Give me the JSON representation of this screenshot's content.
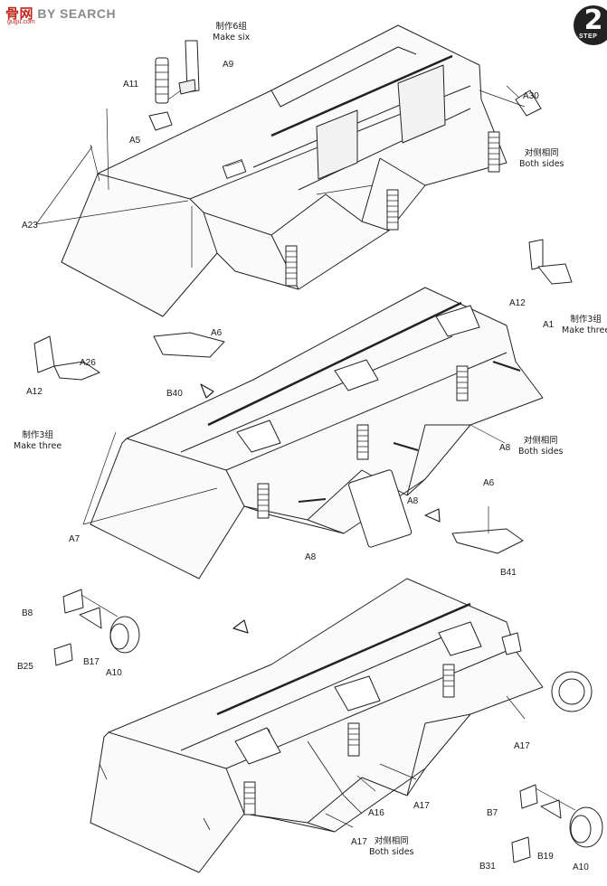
{
  "watermark": {
    "cn": "骨网",
    "text": "BY SEARCH",
    "url": "gugu.com"
  },
  "steps": [
    {
      "number": "2",
      "word": "STEP"
    }
  ],
  "labels": {
    "A11": "A11",
    "A9": "A9",
    "A5": "A5",
    "A30": "A30",
    "A23": "A23",
    "A12_right": "A12",
    "A1": "A1",
    "A6_top": "A6",
    "B40": "B40",
    "A12_left": "A12",
    "A26": "A26",
    "A8_right": "A8",
    "A8_mid": "A8",
    "A6_right": "A6",
    "B41": "B41",
    "A7": "A7",
    "A8_bottom": "A8",
    "B8_left": "B8",
    "B25": "B25",
    "B17": "B17",
    "A10_left": "A10",
    "A17_right": "A17",
    "A17_mid": "A17",
    "A16": "A16",
    "A17_bottom": "A17",
    "B7": "B7",
    "B31": "B31",
    "B19": "B19",
    "A10_right": "A10"
  },
  "notes": {
    "make_six_cn": "制作6组",
    "make_six_en": "Make six",
    "both_sides_1_cn": "对侧相同",
    "both_sides_1_en": "Both sides",
    "make_three_r_cn": "制作3组",
    "make_three_r_en": "Make three",
    "make_three_l_cn": "制作3组",
    "make_three_l_en": "Make three",
    "both_sides_2_cn": "对侧相同",
    "both_sides_2_en": "Both sides",
    "both_sides_3_cn": "对侧相同",
    "both_sides_3_en": "Both sides"
  }
}
